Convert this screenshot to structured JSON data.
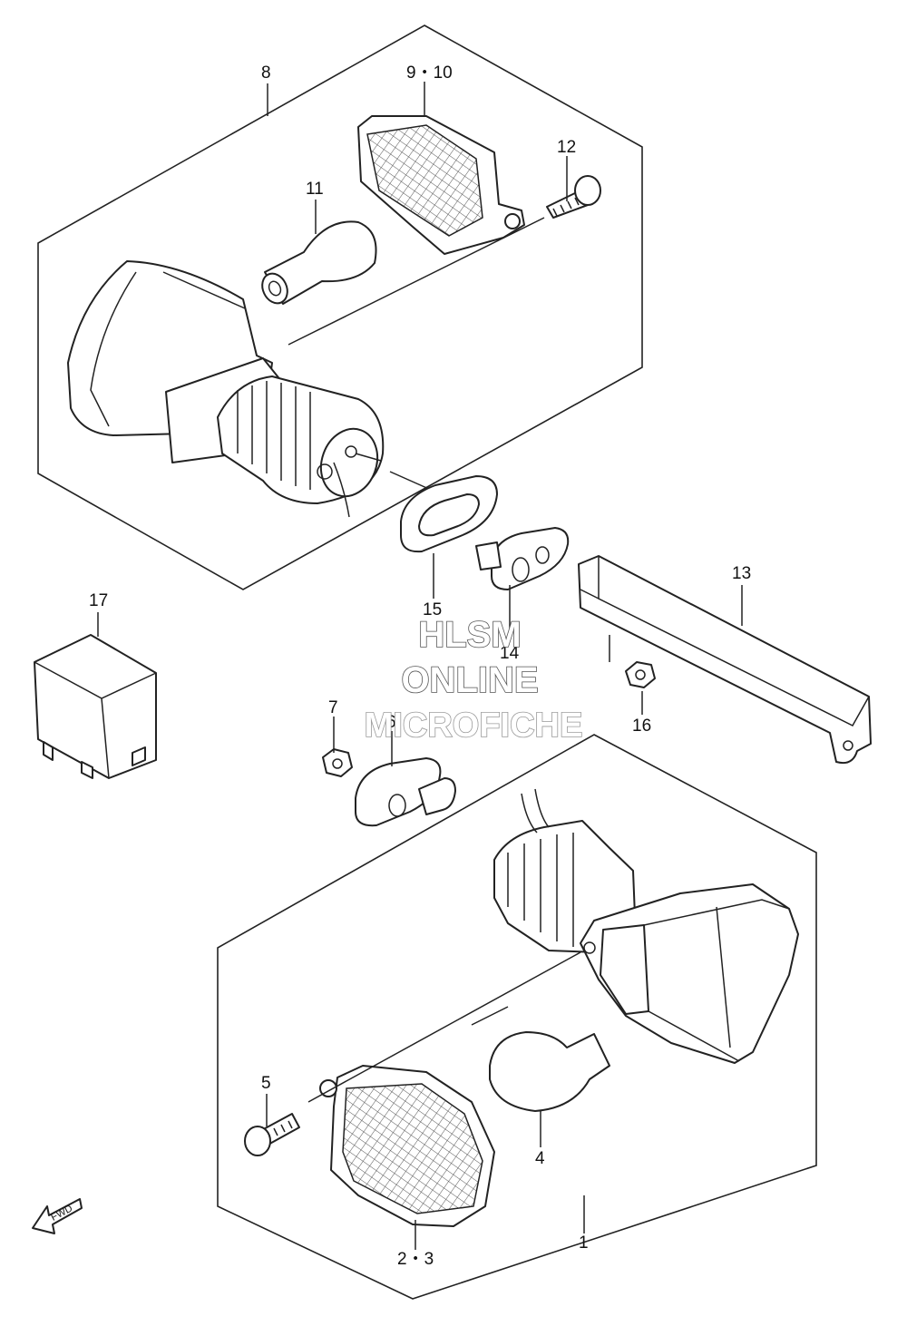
{
  "labels": {
    "p1": "1",
    "p2_3": "2・3",
    "p4": "4",
    "p5": "5",
    "p6": "6",
    "p7": "7",
    "p8": "8",
    "p9_10": "9・10",
    "p11": "11",
    "p12": "12",
    "p13": "13",
    "p14": "14",
    "p15": "15",
    "p16": "16",
    "p17": "17"
  },
  "watermark": {
    "line1": "HLSM",
    "line2": "ONLINE",
    "line3": "MICROFICHE"
  },
  "fwd_label": "FWD"
}
